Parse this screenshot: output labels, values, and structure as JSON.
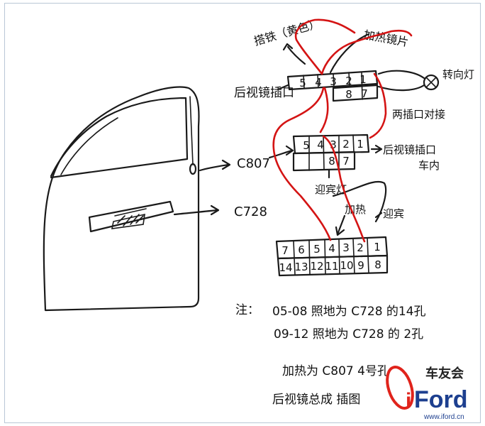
{
  "labels": {
    "mirror_connector": "后视镜插口",
    "ground": "搭铁（黄色）",
    "heater": "加热镜片",
    "turn_lamp": "转向灯",
    "two_plugs": "两插口对接",
    "c807": "C807",
    "c728": "C728",
    "mirror_inside": "后视镜插口",
    "inside_car": "车内",
    "puddle_lamp": "迎宾灯",
    "heat": "加热",
    "welcome": "迎宾"
  },
  "connectors": {
    "top": {
      "row1": [
        "5",
        "4",
        "3",
        "2",
        "1"
      ],
      "row2": [
        "8",
        "7"
      ]
    },
    "mid": {
      "row1": [
        "5",
        "4",
        "3",
        "2",
        "1"
      ],
      "row2": [
        "8",
        "7"
      ]
    },
    "c728": {
      "row1": [
        "7",
        "6",
        "5",
        "4",
        "3",
        "2",
        "1"
      ],
      "row2": [
        "14",
        "13",
        "12",
        "11",
        "10",
        "9",
        "8"
      ]
    }
  },
  "notes": {
    "prefix": "注：",
    "line1": "05-08 照地为 C728 的14孔",
    "line2": "09-12 照地为 C728 的 2孔",
    "line3": "加热为 C807 4号孔",
    "line4": "后视镜总成 插图"
  },
  "logo": {
    "brand": "Ford",
    "prefix": "i",
    "club": "车友会",
    "site": "www.iford.cn",
    "colors": {
      "red": "#e0231b",
      "blue": "#1d3f8f"
    }
  },
  "colors": {
    "ink": "#1a1a1a",
    "marker": "#d41414"
  }
}
